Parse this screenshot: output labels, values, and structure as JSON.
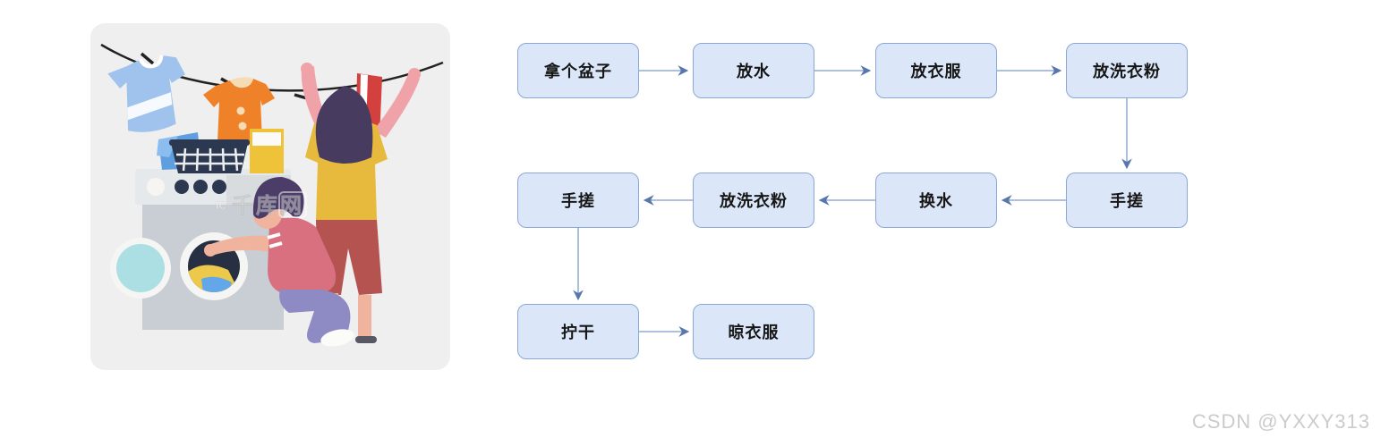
{
  "illustration": {
    "alt": "flat illustration of a woman hanging clothes on a line and a boy loading a washing machine",
    "watermark": "千库网"
  },
  "flowchart": {
    "box_fill": "#dbe7f8",
    "box_border": "#8ba7d4",
    "arrow_color": "#7e9bc8",
    "arrowhead_color": "#5878ad",
    "nodes": [
      {
        "label": "拿个盆子"
      },
      {
        "label": "放水"
      },
      {
        "label": "放衣服"
      },
      {
        "label": "放洗衣粉"
      },
      {
        "label": "手搓"
      },
      {
        "label": "换水"
      },
      {
        "label": "放洗衣粉"
      },
      {
        "label": "手搓"
      },
      {
        "label": "拧干"
      },
      {
        "label": "晾衣服"
      }
    ],
    "edges": [
      {
        "from": 0,
        "to": 1
      },
      {
        "from": 1,
        "to": 2
      },
      {
        "from": 2,
        "to": 3
      },
      {
        "from": 3,
        "to": 4
      },
      {
        "from": 4,
        "to": 5
      },
      {
        "from": 5,
        "to": 6
      },
      {
        "from": 6,
        "to": 7
      },
      {
        "from": 7,
        "to": 8
      },
      {
        "from": 8,
        "to": 9
      }
    ]
  },
  "watermark": {
    "text": "CSDN @YXXY313",
    "color": "#cbcbcb"
  }
}
